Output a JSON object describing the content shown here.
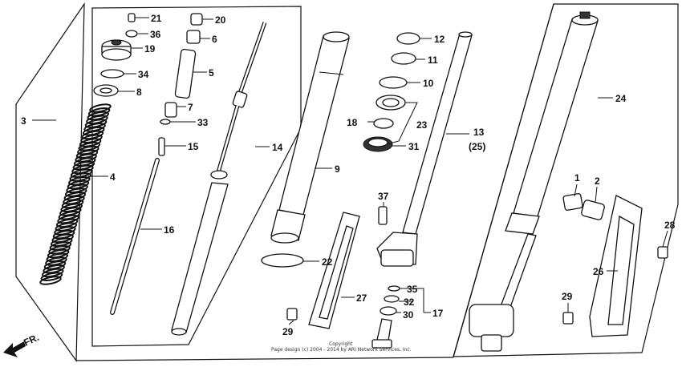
{
  "diagram": {
    "labels": {
      "p1": "1",
      "p2": "2",
      "p3": "3",
      "p4": "4",
      "p5": "5",
      "p6": "6",
      "p7": "7",
      "p8": "8",
      "p9": "9",
      "p10": "10",
      "p11": "11",
      "p12": "12",
      "p13": "13",
      "p13b": "(25)",
      "p14": "14",
      "p15": "15",
      "p16": "16",
      "p17": "17",
      "p18": "18",
      "p19": "19",
      "p20": "20",
      "p21": "21",
      "p22": "22",
      "p23": "23",
      "p24": "24",
      "p26": "26",
      "p27": "27",
      "p28": "28",
      "p29a": "29",
      "p29b": "29",
      "p30": "30",
      "p31": "31",
      "p32": "32",
      "p33": "33",
      "p34": "34",
      "p35": "35",
      "p36": "36",
      "p37": "37"
    },
    "direction": "FR.",
    "copyright_line1": "Copyright",
    "copyright_line2": "Page design (c) 2004 - 2014 by ARI Network Services, Inc."
  }
}
